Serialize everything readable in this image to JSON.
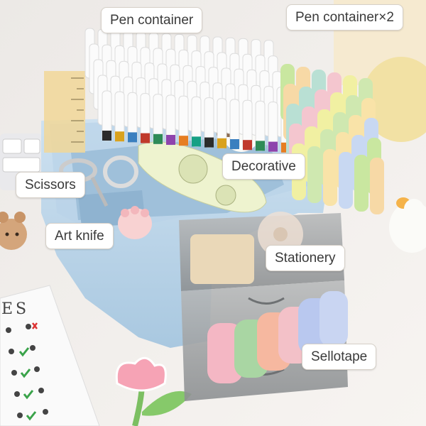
{
  "labels": {
    "pen_container": "Pen container",
    "pen_container_x2": "Pen container×2",
    "decorative": "Decorative",
    "scissors": "Scissors",
    "art_knife": "Art knife",
    "stationery": "Stationery",
    "sellotape": "Sellotape"
  },
  "background_chart_letters": "ES",
  "colors": {
    "organizer_blue": "#bcd6ea",
    "drawer_gray": "#9a9d9f",
    "label_bg": "#ffffff",
    "label_text": "#3a3a3a",
    "desk": "#f4f1ee"
  }
}
